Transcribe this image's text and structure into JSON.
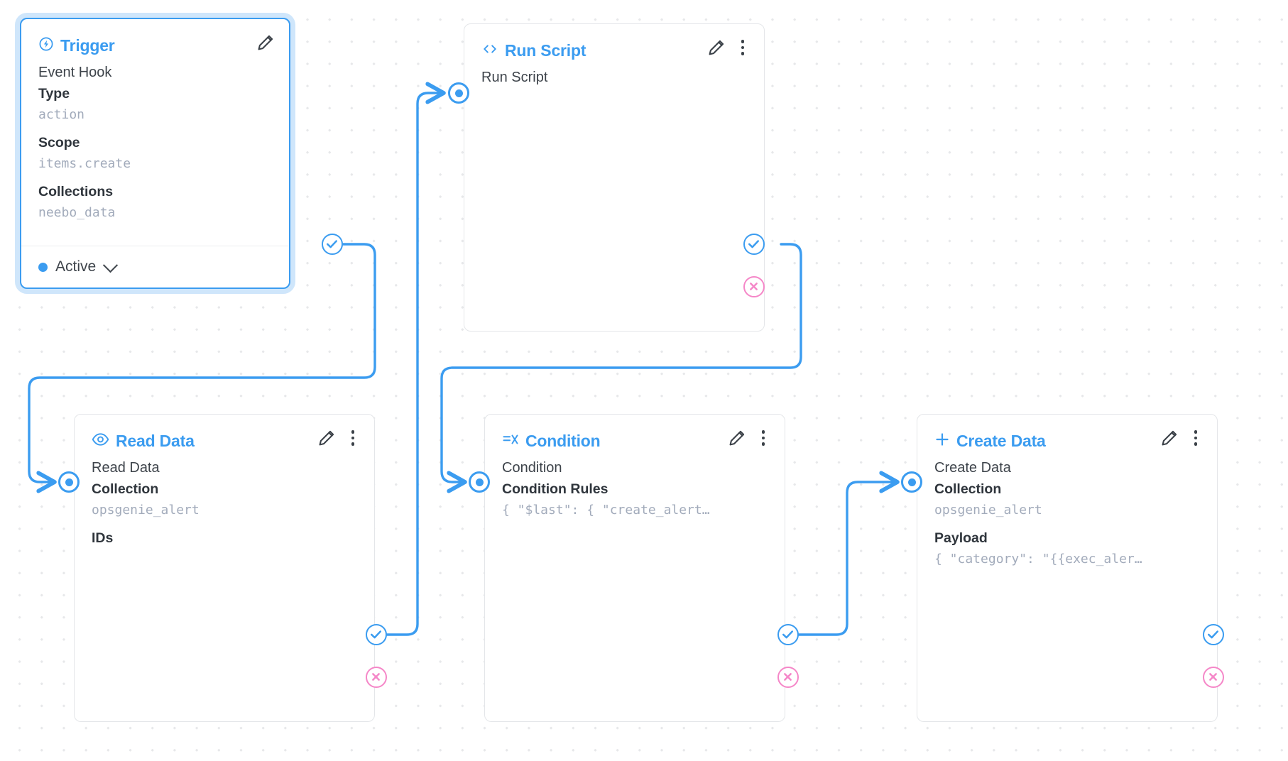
{
  "canvas": {
    "background": "#ffffff",
    "dot_color": "#e7e8ea",
    "accent_color": "#3b9cf0",
    "reject_color": "#f587c8"
  },
  "nodes": [
    {
      "id": "trigger",
      "title": "Trigger",
      "icon": "lightning-circle-icon",
      "selected": true,
      "actions": [
        "edit-pencil-icon"
      ],
      "lines": [
        {
          "kind": "name",
          "text": "Event Hook"
        },
        {
          "kind": "label",
          "text": "Type"
        },
        {
          "kind": "value",
          "text": "action"
        },
        {
          "kind": "label",
          "text": "Scope"
        },
        {
          "kind": "value",
          "text": "items.create"
        },
        {
          "kind": "label",
          "text": "Collections"
        },
        {
          "kind": "value",
          "text": "neebo_data"
        }
      ],
      "status": {
        "label": "Active",
        "color": "#3b9cf0"
      }
    },
    {
      "id": "runscript",
      "title": "Run Script",
      "icon": "code-brackets-icon",
      "selected": false,
      "actions": [
        "edit-pencil-icon",
        "more-options-icon"
      ],
      "lines": [
        {
          "kind": "name",
          "text": "Run Script"
        }
      ]
    },
    {
      "id": "readdata",
      "title": "Read Data",
      "icon": "eye-icon",
      "selected": false,
      "actions": [
        "edit-pencil-icon",
        "more-options-icon"
      ],
      "lines": [
        {
          "kind": "name",
          "text": "Read Data"
        },
        {
          "kind": "label",
          "text": "Collection"
        },
        {
          "kind": "value",
          "text": "opsgenie_alert"
        },
        {
          "kind": "label",
          "text": "IDs"
        }
      ]
    },
    {
      "id": "condition",
      "title": "Condition",
      "icon": "condition-filter-icon",
      "selected": false,
      "actions": [
        "edit-pencil-icon",
        "more-options-icon"
      ],
      "lines": [
        {
          "kind": "name",
          "text": "Condition"
        },
        {
          "kind": "label",
          "text": "Condition Rules"
        },
        {
          "kind": "value",
          "text": "{ \"$last\": { \"create_alert…"
        }
      ]
    },
    {
      "id": "createdata",
      "title": "Create Data",
      "icon": "plus-icon",
      "selected": false,
      "actions": [
        "edit-pencil-icon",
        "more-options-icon"
      ],
      "lines": [
        {
          "kind": "name",
          "text": "Create Data"
        },
        {
          "kind": "label",
          "text": "Collection"
        },
        {
          "kind": "value",
          "text": "opsgenie_alert"
        },
        {
          "kind": "label",
          "text": "Payload"
        },
        {
          "kind": "value",
          "text": "{ \"category\": \"{{exec_aler…"
        }
      ]
    }
  ],
  "handles": {
    "resolve_label": "resolve-handle",
    "reject_label": "reject-handle",
    "input_label": "input-handle"
  }
}
